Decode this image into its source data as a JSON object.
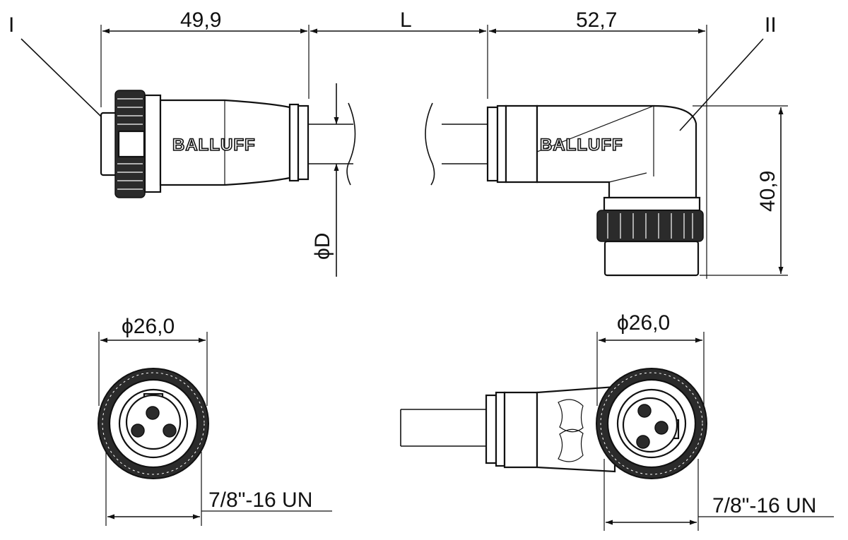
{
  "labels": {
    "connector_left": "I",
    "connector_right": "II",
    "brand": "BALLUFF"
  },
  "dimensions": {
    "left_length": "49,9",
    "cable_length": "L",
    "right_length": "52,7",
    "right_height": "40,9",
    "cable_diameter": "ϕD",
    "left_face_diameter": "ϕ26,0",
    "right_face_diameter": "ϕ26,0",
    "left_thread": "7/8\"-16 UN",
    "right_thread": "7/8\"-16 UN"
  },
  "colors": {
    "line": "#111111",
    "background": "#ffffff",
    "knurl": "#2b2b2b"
  }
}
